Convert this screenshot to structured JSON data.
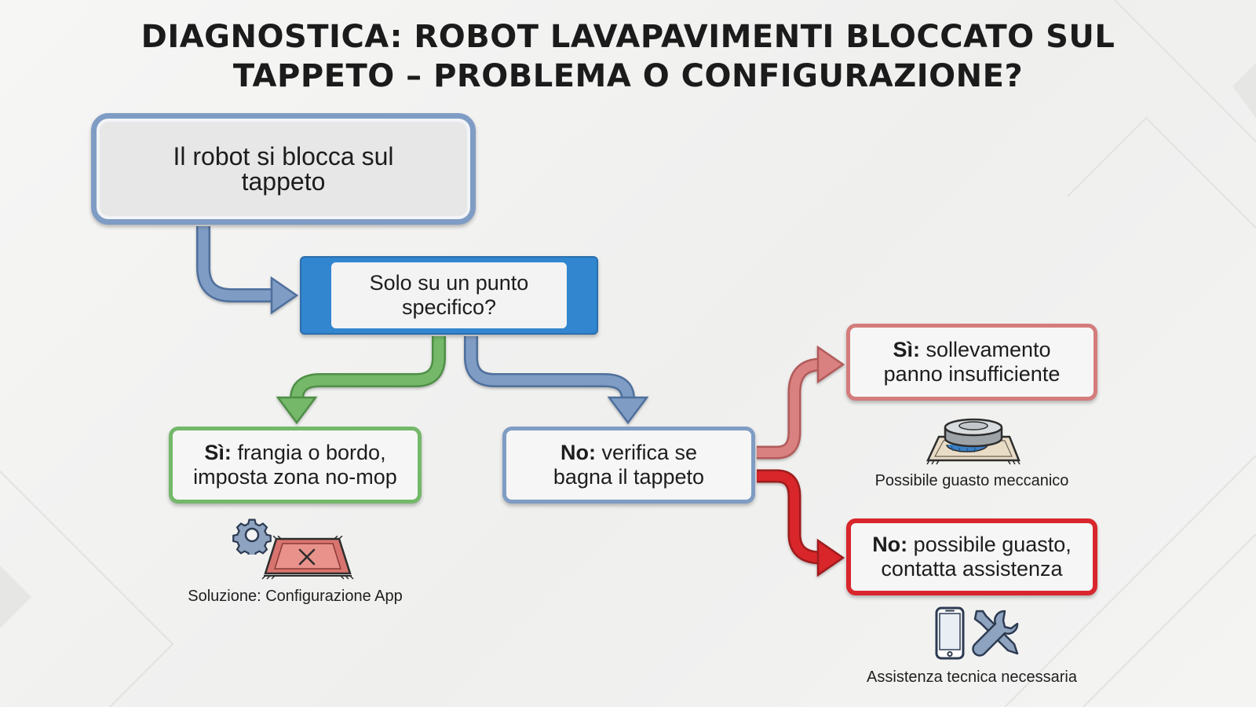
{
  "title": {
    "line1": "DIAGNOSTICA: ROBOT LAVAPAVIMENTI BLOCCATO SUL",
    "line2": "TAPPETO – PROBLEMA O CONFIGURAZIONE?"
  },
  "nodes": {
    "start": "Il robot si blocca sul tappeto",
    "question": "Solo su un punto specifico?",
    "yes_left": {
      "label": "Sì:",
      "text": " frangia o bordo, imposta zona no-mop"
    },
    "no_mid": {
      "label": "No:",
      "text": " verifica se bagna il tappeto"
    },
    "yes_right": {
      "label": "Sì:",
      "text": " sollevamento panno insufficiente"
    },
    "no_right": {
      "label": "No:",
      "text": " possibile guasto, contatta assistenza"
    }
  },
  "captions": {
    "app": "Soluzione: Configurazione App",
    "mechanical": "Possibile guasto meccanico",
    "support": "Assistenza tecnica necessaria"
  },
  "icons": {
    "app": [
      "gear-icon",
      "no-mop-carpet-icon"
    ],
    "mechanical": [
      "robot-on-carpet-icon"
    ],
    "support": [
      "smartphone-icon",
      "tools-icon"
    ]
  },
  "colors": {
    "blue_link": "#7f9cc4",
    "green_link": "#74b86a",
    "light_red_link": "#d98080",
    "red_link": "#d8262c",
    "question_fill": "#3286cf"
  }
}
